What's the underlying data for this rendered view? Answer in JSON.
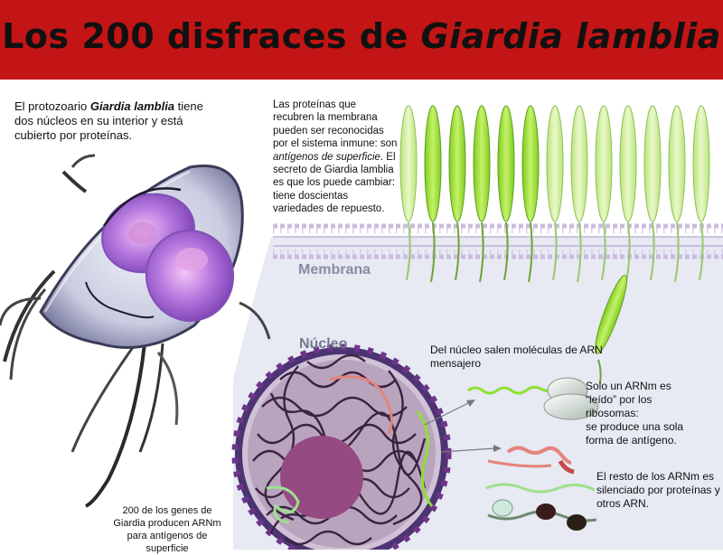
{
  "title": {
    "main": "Los 200 disfraces de ",
    "italic": "Giardia lamblia"
  },
  "intro": {
    "pre": "El protozoario ",
    "bold": "Giardia lamblia",
    "post": " tiene dos núcleos en su interior y está cubierto por proteínas."
  },
  "proteins": {
    "part1": "Las proteínas que recubren la membrana pueden ser reconocidas por el sistema inmune: son ",
    "italic": "antígenos de superficie",
    "part2": ". El secreto de Giardia lamblia es que los puede cambiar: tiene doscientas variedades de repuesto."
  },
  "labels": {
    "membrana": "Membrana",
    "nucleo": "Núcleo"
  },
  "annotations": {
    "del_nucleo": "Del núcleo salen moléculas de ARN mensajero",
    "solo_l1": "Solo un ARNm es",
    "solo_l2": "“leído” por los",
    "solo_l3": "ribosomas:",
    "solo_l4": "se produce una sola",
    "solo_l5": "forma de antígeno.",
    "resto": "El resto de los ARNm es silenciado por proteínas y otros ARN.",
    "genes": "200 de los genes de Giardia producen ARNm para antígenos de superficie"
  },
  "colors": {
    "header": "#c31515",
    "protein_light": "#d6f2a0",
    "protein_bright": "#9ee334",
    "membrane": "#b7a6cf",
    "nucleus_ring": "#6d358a",
    "nucleus_inner": "#954a82",
    "mrna_green": "#8fe02f",
    "mrna_pink": "#e5837a",
    "background_blue": "#e7e9f3"
  }
}
